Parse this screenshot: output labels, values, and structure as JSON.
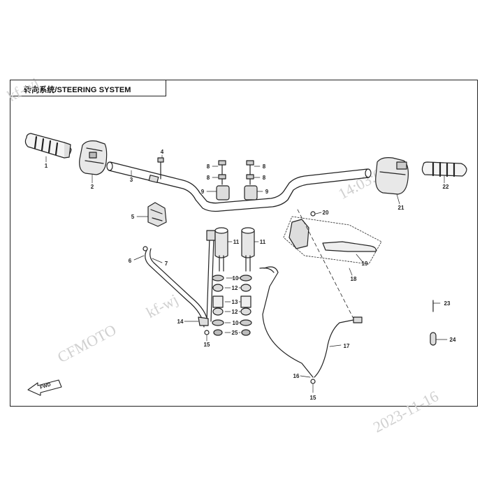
{
  "title": "转向系统/STEERING SYSTEM",
  "watermarks": [
    "kf-wj",
    "CFMOTO",
    "kf-wj",
    "14:03:06",
    "2023-11-16"
  ],
  "fwd_label": "FWD",
  "callouts": [
    "1",
    "2",
    "3",
    "4",
    "5",
    "6",
    "7",
    "8",
    "8",
    "8",
    "8",
    "9",
    "9",
    "10",
    "10",
    "11",
    "11",
    "12",
    "12",
    "13",
    "13",
    "14",
    "15",
    "15",
    "16",
    "17",
    "18",
    "19",
    "20",
    "21",
    "22",
    "23",
    "24",
    "25"
  ],
  "colors": {
    "ink": "#222222",
    "watermark": "#d0d0d0"
  }
}
